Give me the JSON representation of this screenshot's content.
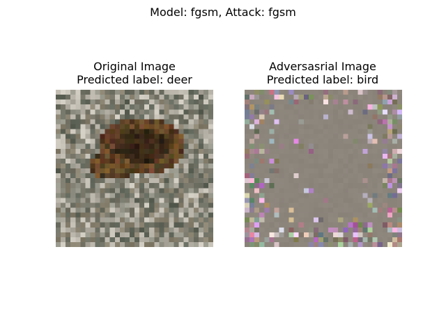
{
  "figure": {
    "suptitle": "Model: fgsm, Attack: fgsm"
  },
  "panels": [
    {
      "title_line1": "Original Image",
      "title_line2": "Predicted label: deer"
    },
    {
      "title_line1": "Adversasrial Image",
      "title_line2": "Predicted label: bird"
    }
  ],
  "colors": {
    "background": "#ffffff",
    "adversarial_fill": "#8c857c",
    "animal_brown": "#6a4a2a",
    "foliage_gray": "#9a9a8c"
  }
}
